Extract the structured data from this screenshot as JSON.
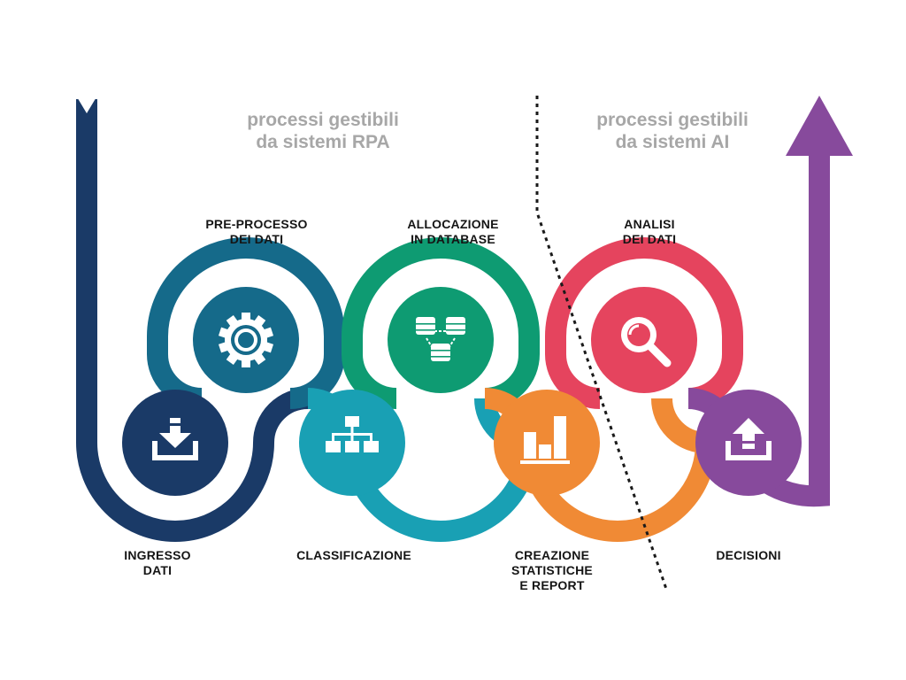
{
  "headers": {
    "rpa": [
      "processi gestibili",
      "da sistemi RPA"
    ],
    "ai": [
      "processi gestibili",
      "da sistemi AI"
    ]
  },
  "steps": [
    {
      "label": [
        "INGRESSO",
        "DATI"
      ],
      "icon": "download-icon",
      "color": "#1a3a67"
    },
    {
      "label": [
        "PRE-PROCESSO",
        "DEI DATI"
      ],
      "icon": "gear-icon",
      "color": "#156a8a"
    },
    {
      "label": [
        "CLASSIFICAZIONE"
      ],
      "icon": "hierarchy-icon",
      "color": "#19a0b4"
    },
    {
      "label": [
        "ALLOCAZIONE",
        "IN DATABASE"
      ],
      "icon": "database-icon",
      "color": "#0e9b72"
    },
    {
      "label": [
        "CREAZIONE",
        "STATISTICHE",
        "E REPORT"
      ],
      "icon": "bar-chart-icon",
      "color": "#f08a35"
    },
    {
      "label": [
        "ANALISI",
        "DEI DATI"
      ],
      "icon": "magnifier-icon",
      "color": "#e5445e"
    },
    {
      "label": [
        "DECISIONI"
      ],
      "icon": "upload-icon",
      "color": "#874a9c"
    }
  ]
}
